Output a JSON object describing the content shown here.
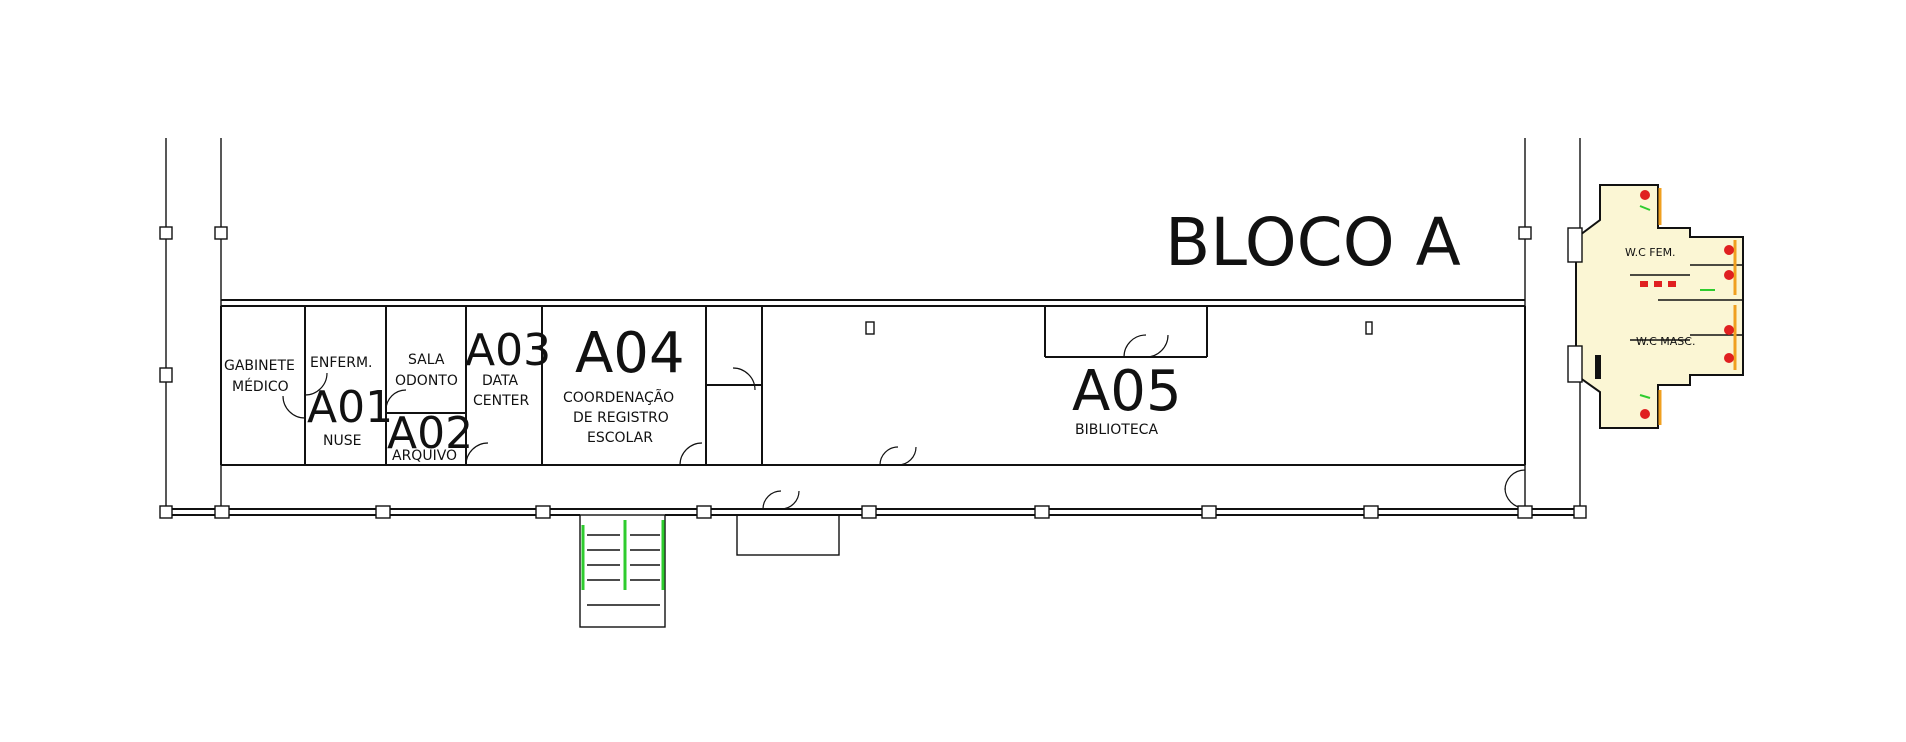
{
  "title": "BLOCO A",
  "rooms": [
    {
      "code": "A01",
      "name": "NUSE"
    },
    {
      "code": "A02",
      "name": "ARQUIVO"
    },
    {
      "code": "A03",
      "name_line1": "DATA",
      "name_line2": "CENTER"
    },
    {
      "code": "A04",
      "name_line1": "COORDENAÇÃO",
      "name_line2": "DE REGISTRO",
      "name_line3": "ESCOLAR"
    },
    {
      "code": "A05",
      "name": "BIBLIOTECA"
    }
  ],
  "labels": {
    "gabinete_line1": "GABINETE",
    "gabinete_line2": "MÉDICO",
    "enferm": "ENFERM.",
    "sala_line1": "SALA",
    "sala_line2": "ODONTO",
    "wc_fem": "W.C FEM.",
    "wc_masc": "W.C MASC."
  },
  "colors": {
    "walls": "#111111",
    "wc_fill": "#fbf6d4",
    "stairs": "#2ecc2e",
    "fixtures": "#e02020",
    "partitions": "#f0a020"
  }
}
